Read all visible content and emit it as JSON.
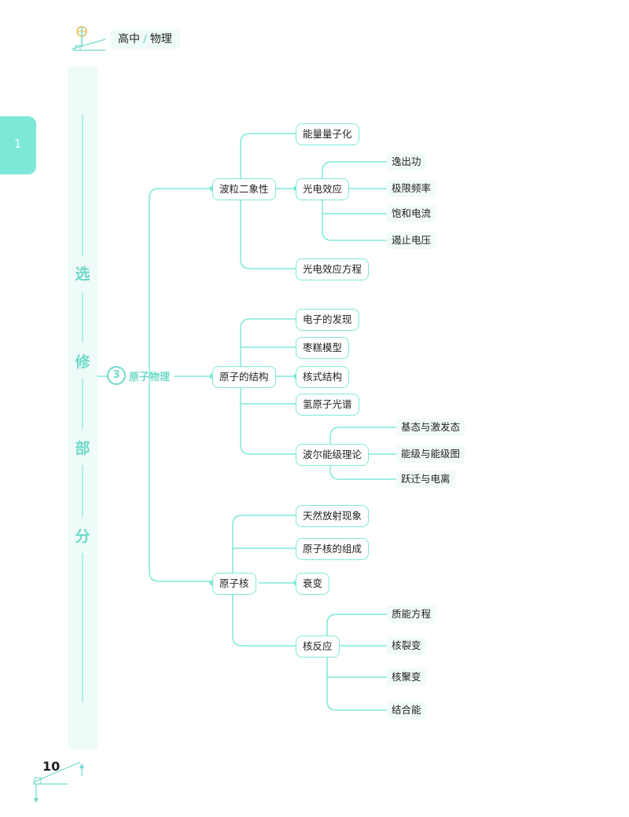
{
  "header": {
    "subject_prefix": "高中",
    "separator": "/",
    "subject": "物理"
  },
  "side_tab": {
    "label": "1"
  },
  "vertical_banner": {
    "chars": [
      "选",
      "修",
      "部",
      "分"
    ]
  },
  "root": {
    "number": "3",
    "label": "原子物理"
  },
  "branches": {
    "wave_particle": {
      "label": "波粒二象性",
      "children": {
        "quantization": "能量量子化",
        "photoelectric": "光电效应",
        "photoelectric_eq": "光电效应方程"
      },
      "photoelectric_children": [
        "逸出功",
        "极限频率",
        "饱和电流",
        "遏止电压"
      ]
    },
    "atomic_structure": {
      "label": "原子的结构",
      "children": {
        "electron": "电子的发现",
        "plum": "枣糕模型",
        "nuclear_model": "核式结构",
        "hydrogen": "氢原子光谱",
        "bohr": "波尔能级理论"
      },
      "bohr_children": [
        "基态与激发态",
        "能级与能级图",
        "跃迁与电离"
      ]
    },
    "nucleus": {
      "label": "原子核",
      "children": {
        "radioactivity": "天然放射现象",
        "composition": "原子核的组成",
        "decay": "衰变",
        "reaction": "核反应"
      },
      "reaction_children": [
        "质能方程",
        "核裂变",
        "核聚变",
        "结合能"
      ]
    }
  },
  "footer": {
    "page_number": "10"
  },
  "colors": {
    "accent": "#7ee8d8",
    "accent_text": "#6fd9c8",
    "pale": "#eefbf8"
  }
}
